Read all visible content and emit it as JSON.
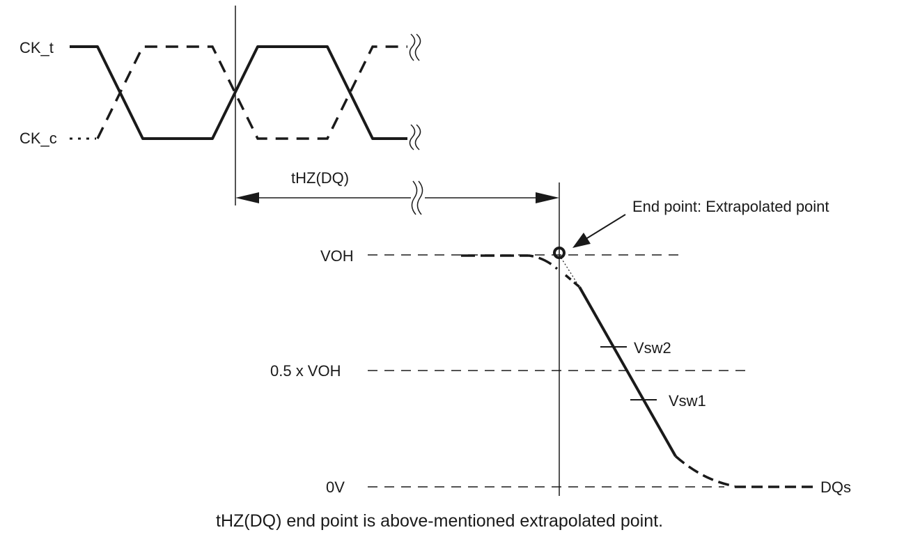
{
  "signals": {
    "ck_t": "CK_t",
    "ck_c": "CK_c",
    "dqs": "DQs"
  },
  "timing": {
    "thz_label": "tHZ(DQ)"
  },
  "levels": {
    "voh": "VOH",
    "half_voh": "0.5 x VOH",
    "zero": "0V"
  },
  "markers": {
    "vsw2": "Vsw2",
    "vsw1": "Vsw1"
  },
  "annotations": {
    "end_point": "End point: Extrapolated point"
  },
  "caption": "tHZ(DQ) end point is above-mentioned extrapolated point."
}
